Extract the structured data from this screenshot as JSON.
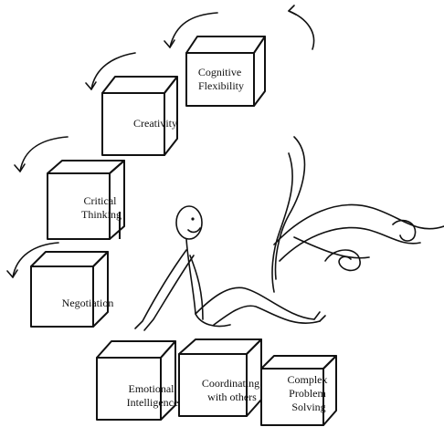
{
  "colors": {
    "ink": "#111111",
    "face_front": "#ffffff",
    "face_top": "#ffffff",
    "face_side": "#ffffff"
  },
  "cubes": [
    {
      "id": "cognitive-flexibility",
      "lines": [
        "Cognitive",
        "Flexibility"
      ]
    },
    {
      "id": "creativity",
      "lines": [
        "Creativity"
      ]
    },
    {
      "id": "critical-thinking",
      "lines": [
        "Critical",
        "Thinking"
      ]
    },
    {
      "id": "negotiation",
      "lines": [
        "Negotiation"
      ]
    },
    {
      "id": "emotional-intelligence",
      "lines": [
        "Emotional",
        "Intelligence"
      ]
    },
    {
      "id": "coordinating-with-others",
      "lines": [
        "Coordinating",
        "with others"
      ]
    },
    {
      "id": "complex-problem-solving",
      "lines": [
        "Complex",
        "Problem",
        "Solving"
      ]
    }
  ],
  "figure": {
    "icon": "sitting-stick-figure-icon"
  },
  "decoration": {
    "icon": "swirl-flourish-icon"
  }
}
